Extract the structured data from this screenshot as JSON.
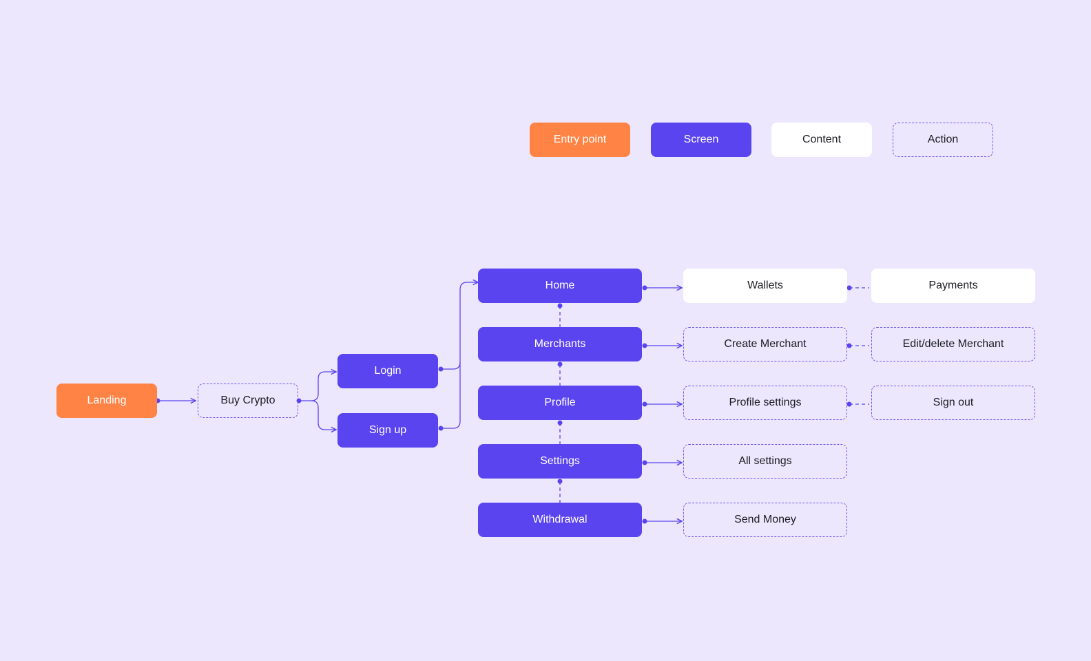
{
  "colors": {
    "background": "#ece7fd",
    "entry": "#ff8345",
    "screen": "#5a44f0",
    "content": "#ffffff",
    "action_border": "#6a58e8",
    "connector": "#5a44f0"
  },
  "legend": {
    "entry": "Entry point",
    "screen": "Screen",
    "content": "Content",
    "action": "Action"
  },
  "nodes": {
    "landing": "Landing",
    "buy_crypto": "Buy Crypto",
    "login": "Login",
    "signup": "Sign up",
    "home": "Home",
    "merchants": "Merchants",
    "profile": "Profile",
    "settings": "Settings",
    "withdrawal": "Withdrawal",
    "wallets": "Wallets",
    "payments": "Payments",
    "create_merchant": "Create Merchant",
    "edit_merchant": "Edit/delete Merchant",
    "profile_settings": "Profile settings",
    "sign_out": "Sign out",
    "all_settings": "All settings",
    "send_money": "Send Money"
  },
  "edges": [
    {
      "from": "Landing",
      "to": "Buy Crypto",
      "style": "arrow"
    },
    {
      "from": "Buy Crypto",
      "to": "Login",
      "style": "arrow"
    },
    {
      "from": "Buy Crypto",
      "to": "Sign up",
      "style": "arrow"
    },
    {
      "from": "Login",
      "to": "Home",
      "style": "arrow"
    },
    {
      "from": "Sign up",
      "to": "Home",
      "style": "arrow"
    },
    {
      "from": "Home",
      "to": "Wallets",
      "style": "arrow"
    },
    {
      "from": "Merchants",
      "to": "Create Merchant",
      "style": "arrow"
    },
    {
      "from": "Profile",
      "to": "Profile settings",
      "style": "arrow"
    },
    {
      "from": "Settings",
      "to": "All settings",
      "style": "arrow"
    },
    {
      "from": "Withdrawal",
      "to": "Send Money",
      "style": "arrow"
    },
    {
      "from": "Wallets",
      "to": "Payments",
      "style": "dashed"
    },
    {
      "from": "Create Merchant",
      "to": "Edit/delete Merchant",
      "style": "dashed"
    },
    {
      "from": "Profile settings",
      "to": "Sign out",
      "style": "dashed"
    },
    {
      "from": "Home",
      "to": "Merchants",
      "style": "dashed"
    },
    {
      "from": "Merchants",
      "to": "Profile",
      "style": "dashed"
    },
    {
      "from": "Profile",
      "to": "Settings",
      "style": "dashed"
    },
    {
      "from": "Settings",
      "to": "Withdrawal",
      "style": "dashed"
    }
  ]
}
